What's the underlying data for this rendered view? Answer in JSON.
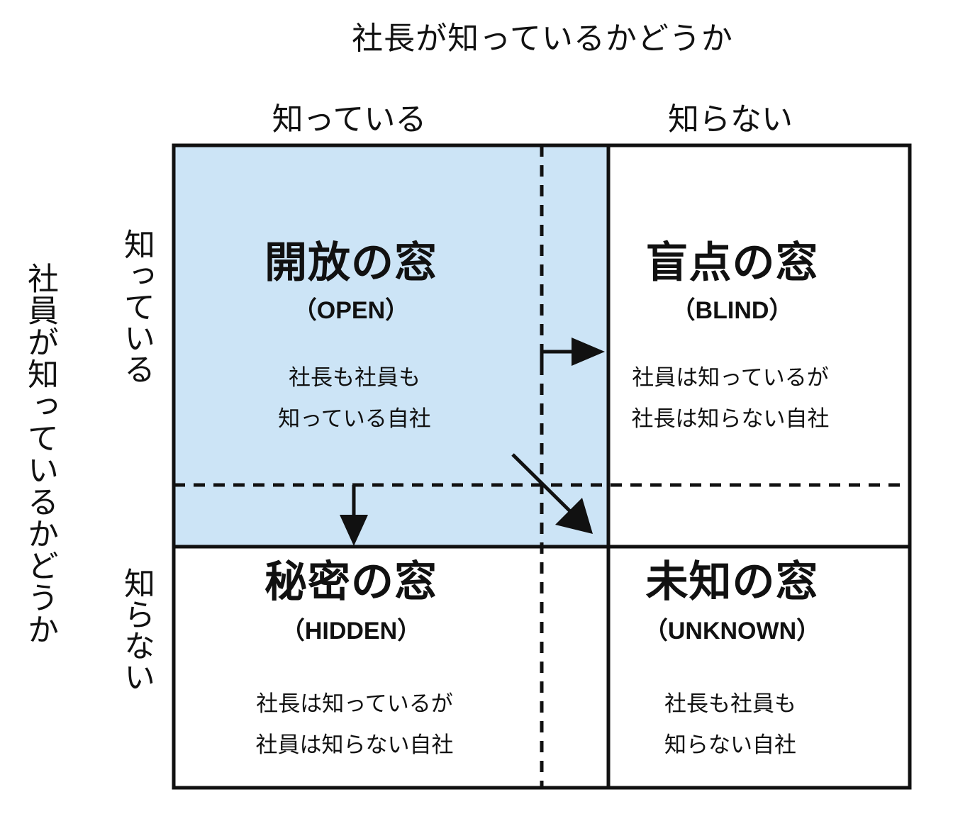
{
  "top_title": "社長が知っているかどうか",
  "left_title": "社員が知っているかどうか",
  "columns": {
    "known": "知っている",
    "unknown": "知らない"
  },
  "rows": {
    "known": "知っている",
    "unknown": "知らない"
  },
  "quadrants": {
    "open": {
      "title": "開放の窓",
      "subtitle": "（OPEN）",
      "desc": [
        "社長も社員も",
        "知っている自社"
      ]
    },
    "blind": {
      "title": "盲点の窓",
      "subtitle": "（BLIND）",
      "desc": [
        "社員は知っているが",
        "社長は知らない自社"
      ]
    },
    "hidden": {
      "title": "秘密の窓",
      "subtitle": "（HIDDEN）",
      "desc": [
        "社長は知っているが",
        "社員は知らない自社"
      ]
    },
    "unknown": {
      "title": "未知の窓",
      "subtitle": "（UNKNOWN）",
      "desc": [
        "社長も社員も",
        "知らない自社"
      ]
    }
  },
  "colors": {
    "open_fill": "#cce4f6",
    "border": "#111111"
  }
}
